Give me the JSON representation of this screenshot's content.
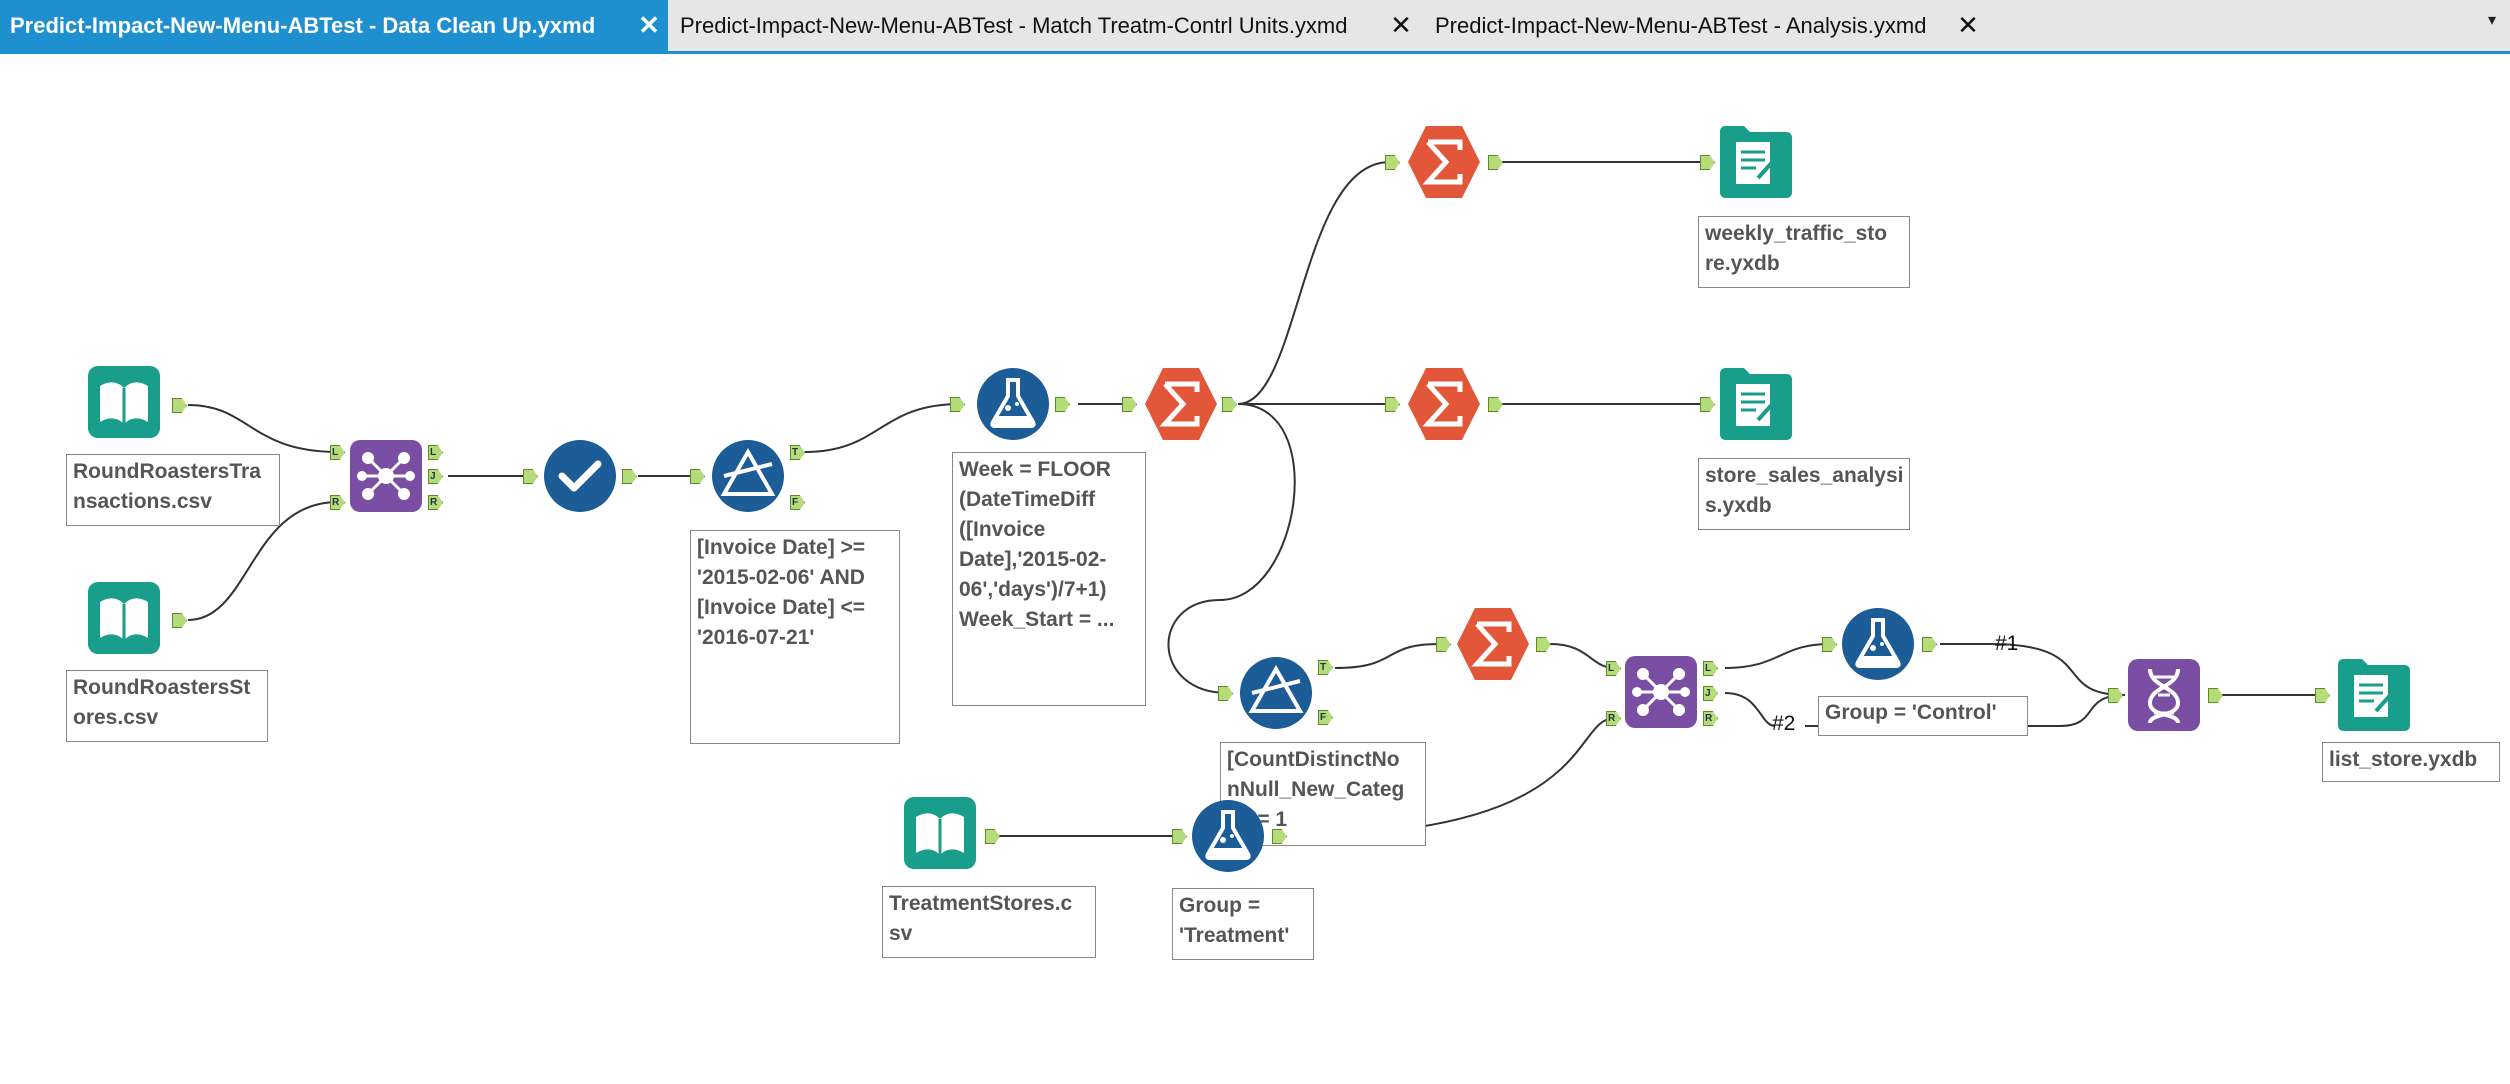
{
  "tabs": [
    {
      "label": "Predict-Impact-New-Menu-ABTest - Data Clean Up.yxmd",
      "active": true,
      "close_glyph": "✕"
    },
    {
      "label": "Predict-Impact-New-Menu-ABTest - Match Treatm-Contrl Units.yxmd",
      "active": false,
      "close_glyph": "✕"
    },
    {
      "label": "Predict-Impact-New-Menu-ABTest - Analysis.yxmd",
      "active": false,
      "close_glyph": "✕"
    }
  ],
  "tab_menu_glyph": "▾",
  "colors": {
    "tab_active": "#1e90d0",
    "input_tool": "#1a9e8c",
    "join_tool": "#7a4fa3",
    "blue_tool": "#1c5c97",
    "summarize_tool": "#e2573a",
    "port": "#b6dc7a"
  },
  "tools": {
    "input_transactions": {
      "icon": "book-icon",
      "annotation": "RoundRoastersTra\nnsactions.csv"
    },
    "input_stores": {
      "icon": "book-icon",
      "annotation": "RoundRoastersSt\nores.csv"
    },
    "join_1": {
      "icon": "join-icon",
      "ports": {
        "in_left": "L",
        "in_right": "R",
        "out_left": "L",
        "out_join": "J",
        "out_right": "R"
      }
    },
    "select_1": {
      "icon": "check-icon"
    },
    "filter_1": {
      "icon": "filter-icon",
      "annotation": "[Invoice Date] >=\n'2015-02-06' AND\n[Invoice Date] <=\n'2016-07-21'",
      "ports": {
        "true": "T",
        "false": "F"
      }
    },
    "formula_week": {
      "icon": "flask-icon",
      "annotation": "Week = FLOOR\n(DateTimeDiff\n([Invoice\nDate],'2015-02-\n06','days')/7+1)\nWeek_Start = ..."
    },
    "summarize_1": {
      "icon": "sigma-icon"
    },
    "summarize_top": {
      "icon": "sigma-icon"
    },
    "summarize_mid": {
      "icon": "sigma-icon"
    },
    "output_weekly": {
      "icon": "output-icon",
      "annotation": "weekly_traffic_sto\nre.yxdb"
    },
    "output_sales": {
      "icon": "output-icon",
      "annotation": "store_sales_analysi\ns.yxdb"
    },
    "filter_2": {
      "icon": "filter-icon",
      "annotation": "[CountDistinctNo\nnNull_New_Categ\n... != 1",
      "ports": {
        "true": "T",
        "false": "F"
      }
    },
    "summarize_low": {
      "icon": "sigma-icon"
    },
    "join_2": {
      "icon": "join-icon",
      "ports": {
        "in_left": "L",
        "in_right": "R",
        "out_left": "L",
        "out_join": "J",
        "out_right": "R"
      }
    },
    "formula_control": {
      "icon": "flask-icon",
      "annotation": "Group = 'Control'"
    },
    "union_1": {
      "icon": "union-icon"
    },
    "output_list": {
      "icon": "output-icon",
      "annotation": "list_store.yxdb"
    },
    "input_treatment": {
      "icon": "book-icon",
      "annotation": "TreatmentStores.c\nsv"
    },
    "formula_treatment": {
      "icon": "flask-icon",
      "annotation": "Group =\n'Treatment'"
    }
  },
  "wire_labels": {
    "label_1": "#1",
    "label_2": "#2"
  }
}
